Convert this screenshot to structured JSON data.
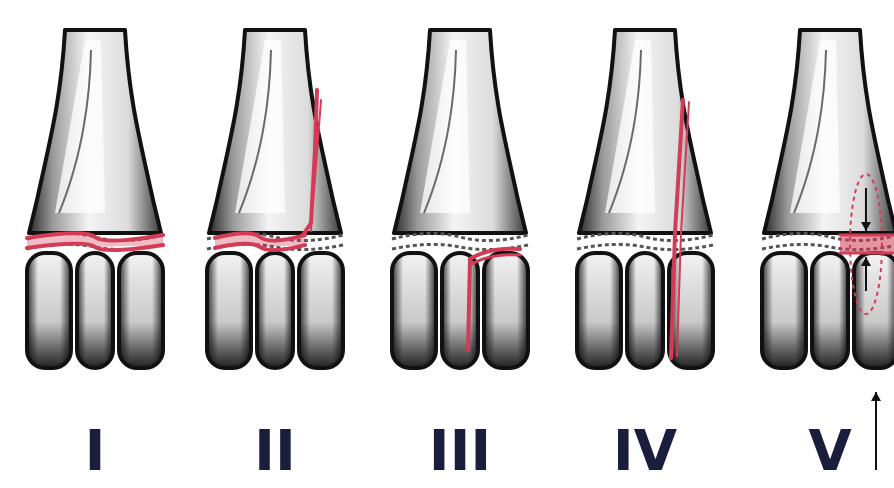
{
  "diagram": {
    "type": "salter-harris-classification",
    "panels": [
      {
        "numeral": "I",
        "fracture": "physis"
      },
      {
        "numeral": "II",
        "fracture": "physis-metaphysis"
      },
      {
        "numeral": "III",
        "fracture": "physis-epiphysis"
      },
      {
        "numeral": "IV",
        "fracture": "metaphysis-physis-epiphysis"
      },
      {
        "numeral": "V",
        "fracture": "crush"
      }
    ],
    "colors": {
      "fracture_line": "#d23c55",
      "outline": "#111111",
      "numeral": "#1a1e3c"
    }
  }
}
